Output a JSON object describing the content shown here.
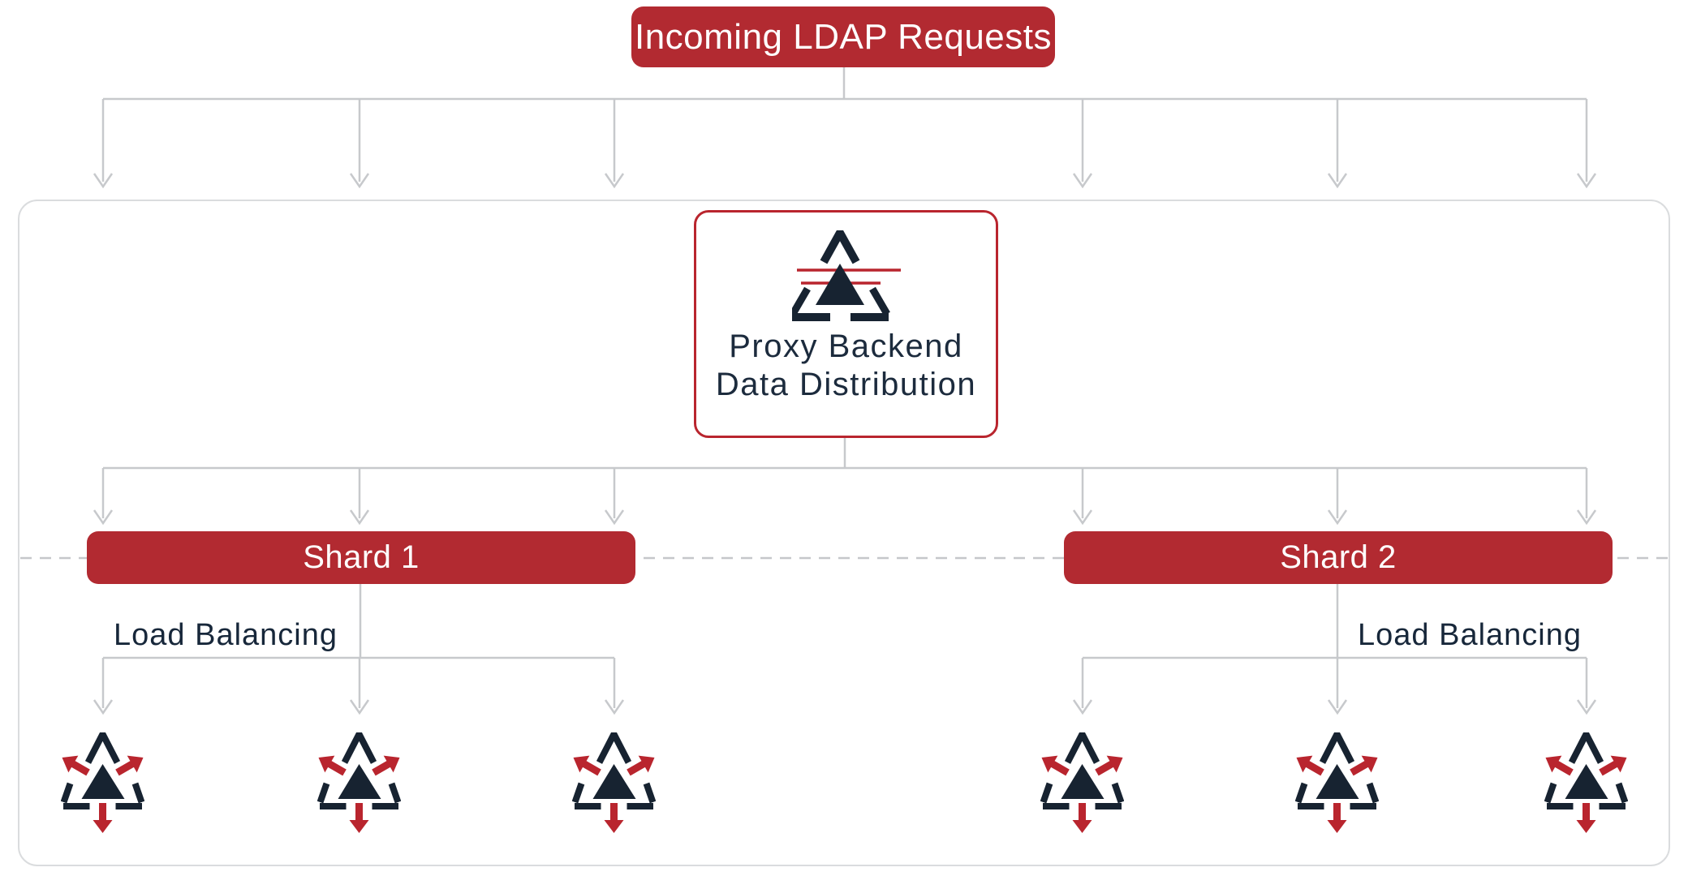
{
  "diagram": {
    "incoming": {
      "label": "Incoming LDAP Requests"
    },
    "proxy_box": {
      "title": "Proxy Backend",
      "subtitle": "Data Distribution",
      "icon": "pingdata-proxy-logo"
    },
    "shards": [
      {
        "label": "Shard 1",
        "load_balancing_label": "Load Balancing"
      },
      {
        "label": "Shard 2",
        "load_balancing_label": "Load Balancing"
      }
    ],
    "server_icon": "directory-server-arrows-icon",
    "colors": {
      "box_red": "#b22a31",
      "accent_red": "#b9252e",
      "dark_navy": "#172331",
      "text_navy": "#1c2b3d",
      "connector_gray": "#c7c9cc",
      "container_border_gray": "#dadcde",
      "dashed_line_gray": "#c5c7ca"
    }
  }
}
